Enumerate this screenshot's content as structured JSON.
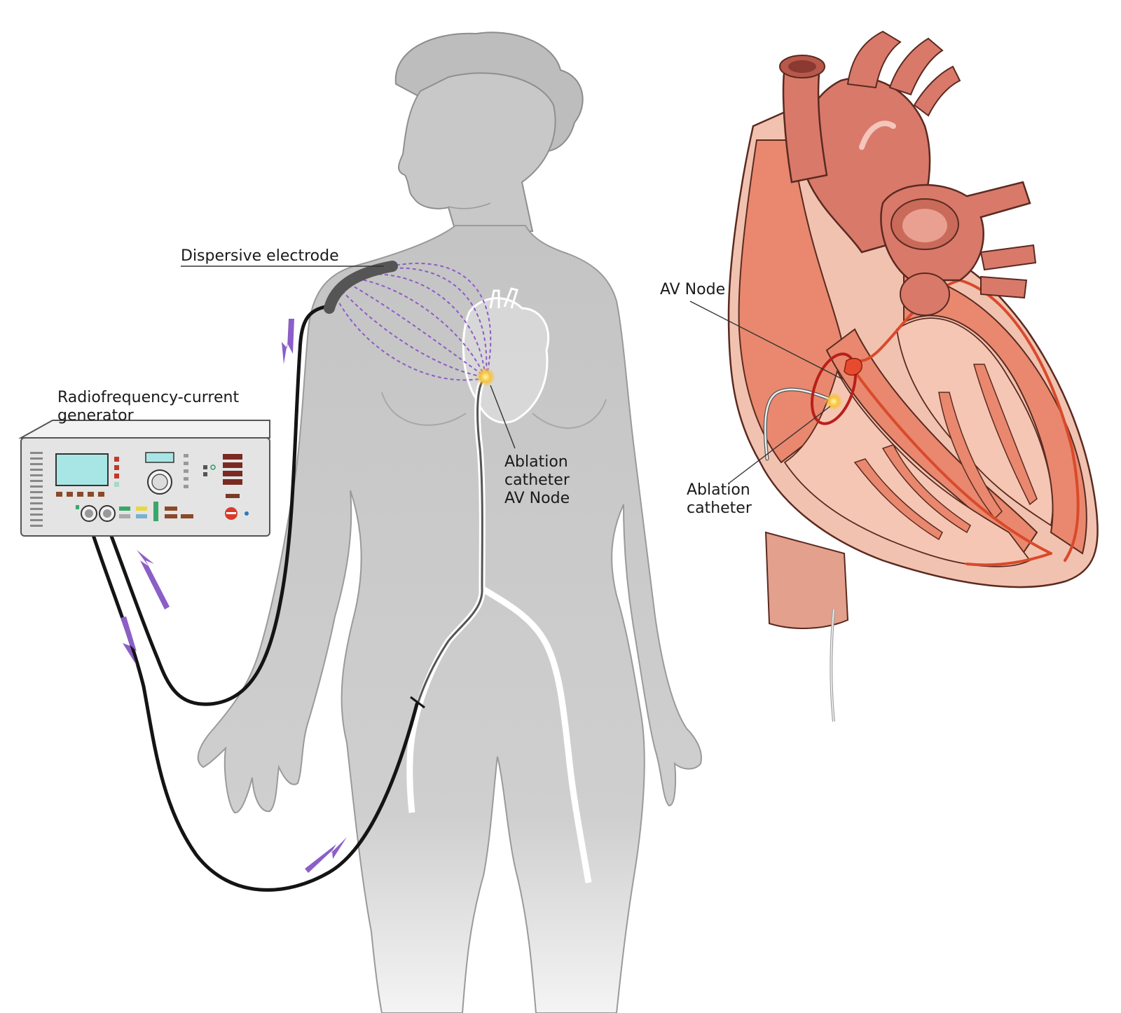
{
  "labels": {
    "dispersive_electrode": "Dispersive electrode",
    "generator_line1": "Radiofrequency-current",
    "generator_line2": "generator",
    "ablation_av_line1": "Ablation",
    "ablation_av_line2": "catheter",
    "ablation_av_line3": "AV Node",
    "av_node": "AV Node",
    "ablation_catheter_line1": "Ablation",
    "ablation_catheter_line2": "catheter"
  },
  "colors": {
    "body": "#c9c9c9",
    "body_outline": "#9a9a9a",
    "cable": "#141414",
    "field_lines": "#8e5bc7",
    "arrows": "#8b5fc7",
    "heart_tissue": "#e9886e",
    "heart_light": "#f4b8a4",
    "heart_dark": "#c95a45",
    "vessel_red": "#d94a2b",
    "device_body": "#e6e6e6",
    "device_screen": "#a8e6e6",
    "ablation_glow": "#f7c23b"
  },
  "icons": {
    "generator": "rf-generator-device-icon",
    "electrode": "dispersive-electrode-pad-icon",
    "person": "patient-silhouette-icon",
    "heart": "heart-cross-section-icon"
  }
}
